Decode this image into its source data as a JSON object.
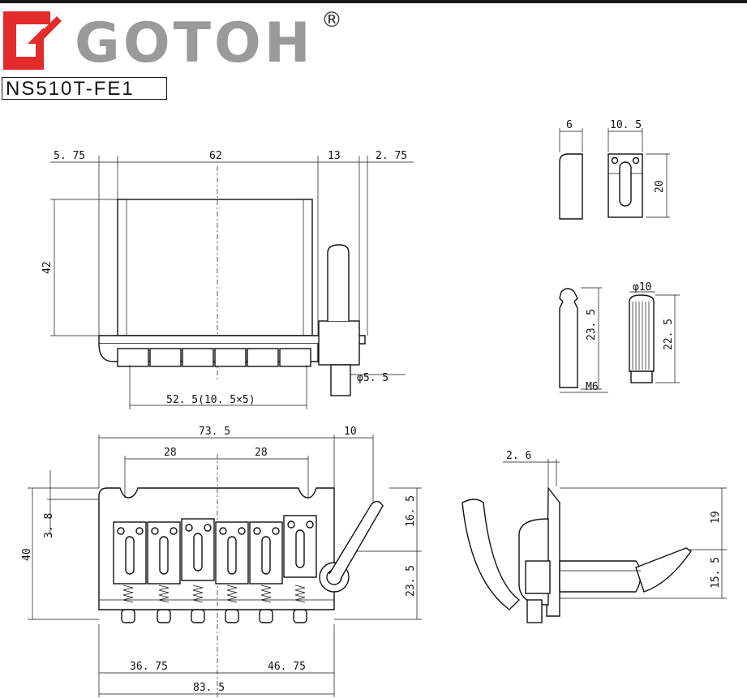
{
  "brand": {
    "name": "GOTOH",
    "registered": "®",
    "accent": "#e32b2b",
    "gray": "#9a9a9a"
  },
  "model": "NS510T-FE1",
  "dims": {
    "top_5_75": "5. 75",
    "top_62": "62",
    "top_13": "13",
    "top_2_75": "2. 75",
    "side_42": "42",
    "phi_5_5": "φ5. 5",
    "spacing": "52. 5(10. 5×5)",
    "saddle_6": "6",
    "saddle_10_5": "10. 5",
    "saddle_20": "20",
    "screw_23_5": "23. 5",
    "screw_m6": "M6",
    "knob_phi10": "φ10",
    "knob_22_5": "22. 5",
    "front_73_5": "73. 5",
    "front_10": "10",
    "front_28a": "28",
    "front_28b": "28",
    "front_3_8": "3. 8",
    "front_40": "40",
    "front_16_5": "16. 5",
    "front_23_5": "23. 5",
    "front_36_75": "36. 75",
    "front_46_75": "46. 75",
    "front_83_5": "83. 5",
    "side_2_6": "2. 6",
    "side_19": "19",
    "side_15_5": "15. 5"
  }
}
